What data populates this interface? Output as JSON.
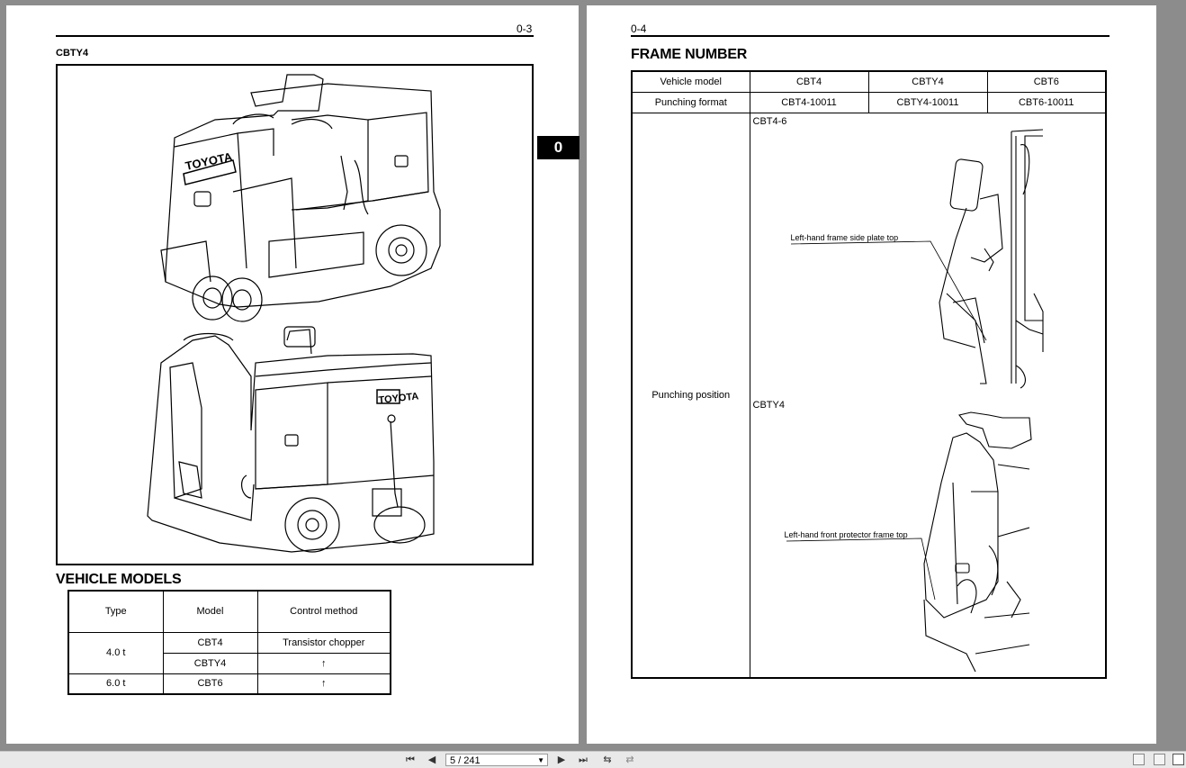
{
  "left_page": {
    "page_number": "0-3",
    "figure_label": "CBTY4",
    "vehicle_models_heading": "VEHICLE MODELS",
    "models_table": {
      "headers": [
        "Type",
        "Model",
        "Control method"
      ],
      "rows": [
        {
          "type": "4.0 t",
          "model": "CBT4",
          "control": "Transistor chopper"
        },
        {
          "type": "",
          "model": "CBTY4",
          "control": "↑"
        },
        {
          "type": "6.0 t",
          "model": "CBT6",
          "control": "↑"
        }
      ]
    },
    "illustration_top_logo": "TOYOTA",
    "illustration_bottom_logo": "TOYOTA"
  },
  "right_page": {
    "page_number": "0-4",
    "heading": "FRAME NUMBER",
    "frame_table": {
      "row1_label": "Vehicle model",
      "row1_values": [
        "CBT4",
        "CBTY4",
        "CBT6"
      ],
      "row2_label": "Punching format",
      "row2_values": [
        "CBT4-10011",
        "CBTY4-10011",
        "CBT6-10011"
      ],
      "row3_label": "Punching position",
      "figure1_label": "CBT4-6",
      "figure1_callout": "Left-hand frame side plate top",
      "figure2_label": "CBTY4",
      "figure2_callout": "Left-hand front protector frame top"
    }
  },
  "section_tab": "0",
  "toolbar": {
    "page_display": "5 / 241"
  }
}
